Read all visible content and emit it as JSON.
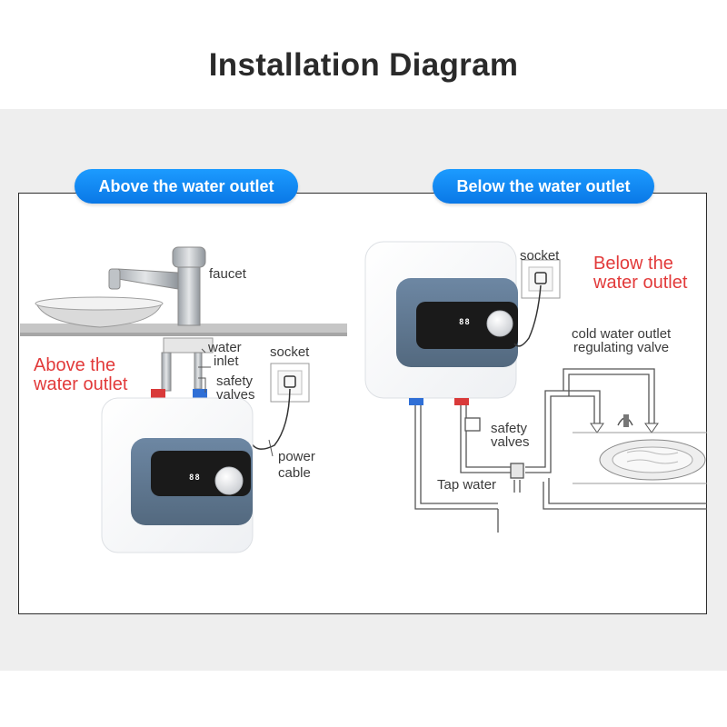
{
  "title": "Installation Diagram",
  "left_panel": {
    "badge": "Above the water outlet",
    "red_label": [
      "Above the",
      "water outlet"
    ],
    "labels": {
      "faucet": "faucet",
      "water_inlet": [
        "water",
        "inlet"
      ],
      "safety_valves": [
        "safety",
        "valves"
      ],
      "socket": "socket",
      "power_cable": [
        "power",
        "cable"
      ]
    },
    "display": "88"
  },
  "right_panel": {
    "badge": "Below the water outlet",
    "red_label": [
      "Below the",
      "water outlet"
    ],
    "labels": {
      "socket": "socket",
      "cold_valve": [
        "cold water outlet",
        "regulating valve"
      ],
      "safety_valves": [
        "safety",
        "valves"
      ],
      "tap_water": "Tap water"
    },
    "display": "88"
  },
  "colors": {
    "badge_blue": "#0a78e6",
    "red_text": "#e23a3a",
    "heater_panel": "#5d7792",
    "pipe_hot": "#d93a3a",
    "pipe_cold": "#2f6fd6"
  }
}
